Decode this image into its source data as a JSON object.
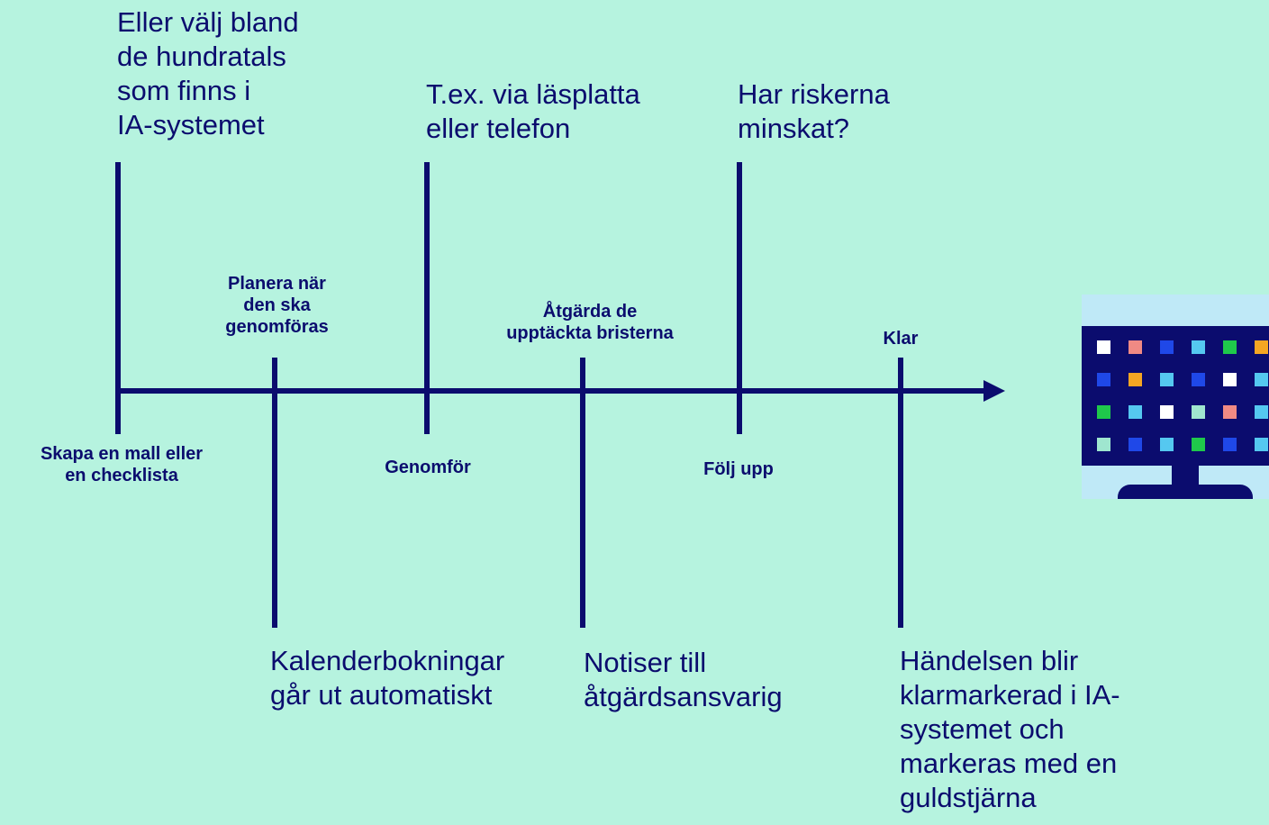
{
  "descriptions": {
    "template": "Eller välj bland\nde hundratals\nsom finns i\nIA-systemet",
    "perform": "T.ex. via läsplatta\neller telefon",
    "followup": "Har riskerna\nminskat?",
    "calendar": "Kalenderbokningar\ngår ut automatiskt",
    "notices": "Notiser till\nåtgärdsansvarig",
    "done": "Händelsen blir\nklarmarkerad i IA-\nsystemet och\nmarkeras med en\nguldstjärna"
  },
  "steps": {
    "create": "Skapa en mall eller\nen checklista",
    "plan": "Planera när\nden ska\ngenomföras",
    "perform": "Genomför",
    "fix": "Åtgärda de\nupptäckta bristerna",
    "followup": "Följ upp",
    "done": "Klar"
  },
  "colors": {
    "background": "#b6f3df",
    "line": "#0b0c6e",
    "monitor_frame": "#bfe9f7",
    "tiles": [
      "#ffffff",
      "#f08a84",
      "#1f48e8",
      "#55c8f0",
      "#1fc94b",
      "#f5a623"
    ]
  },
  "icon": "computer-monitor-icon",
  "monitor_tiles": [
    [
      "#ffffff",
      "#f08a84",
      "#1f48e8",
      "#55c8f0",
      "#1fc94b",
      "#f5a623"
    ],
    [
      "#1f48e8",
      "#f5a623",
      "#55c8f0",
      "#1f48e8",
      "#ffffff",
      "#55c8f0"
    ],
    [
      "#1fc94b",
      "#55c8f0",
      "#ffffff",
      "#9fe6cf",
      "#f08a84",
      "#55c8f0"
    ],
    [
      "#9fe6cf",
      "#1f48e8",
      "#55c8f0",
      "#1fc94b",
      "#1f48e8",
      "#55c8f0"
    ]
  ]
}
